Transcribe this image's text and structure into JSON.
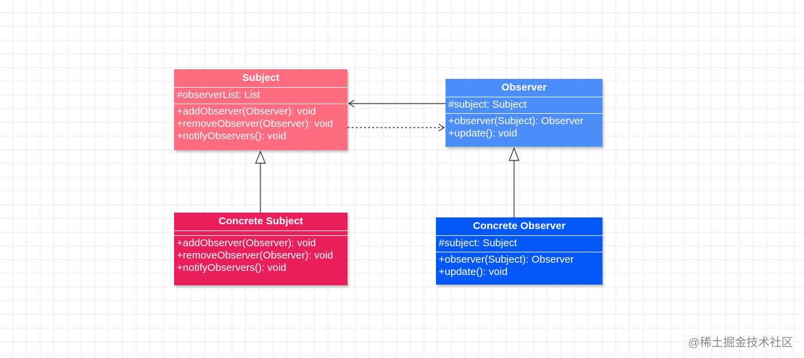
{
  "classes": {
    "subject": {
      "title": "Subject",
      "attributes": [
        "#observerList: List"
      ],
      "methods": [
        "+addObserver(Observer): void",
        "+removeObserver(Observer): void",
        "+notifyObservers(): void"
      ]
    },
    "concrete_subject": {
      "title": "Concrete Subject",
      "attributes": [],
      "methods": [
        "+addObserver(Observer): void",
        "+removeObserver(Observer): void",
        "+notifyObservers(): void"
      ]
    },
    "observer": {
      "title": "Observer",
      "attributes": [
        "#subject: Subject"
      ],
      "methods": [
        "+observer(Subject): Observer",
        "+update(): void"
      ]
    },
    "concrete_observer": {
      "title": "Concrete Observer",
      "attributes": [
        "#subject: Subject"
      ],
      "methods": [
        "+observer(Subject): Observer",
        "+update(): void"
      ]
    }
  },
  "colors": {
    "subject": "#ff6b7f",
    "concrete_subject": "#e91e5a",
    "observer": "#4b8ef9",
    "concrete_observer": "#0458f7",
    "connector": "#333333"
  },
  "watermark": "@稀土掘金技术社区"
}
